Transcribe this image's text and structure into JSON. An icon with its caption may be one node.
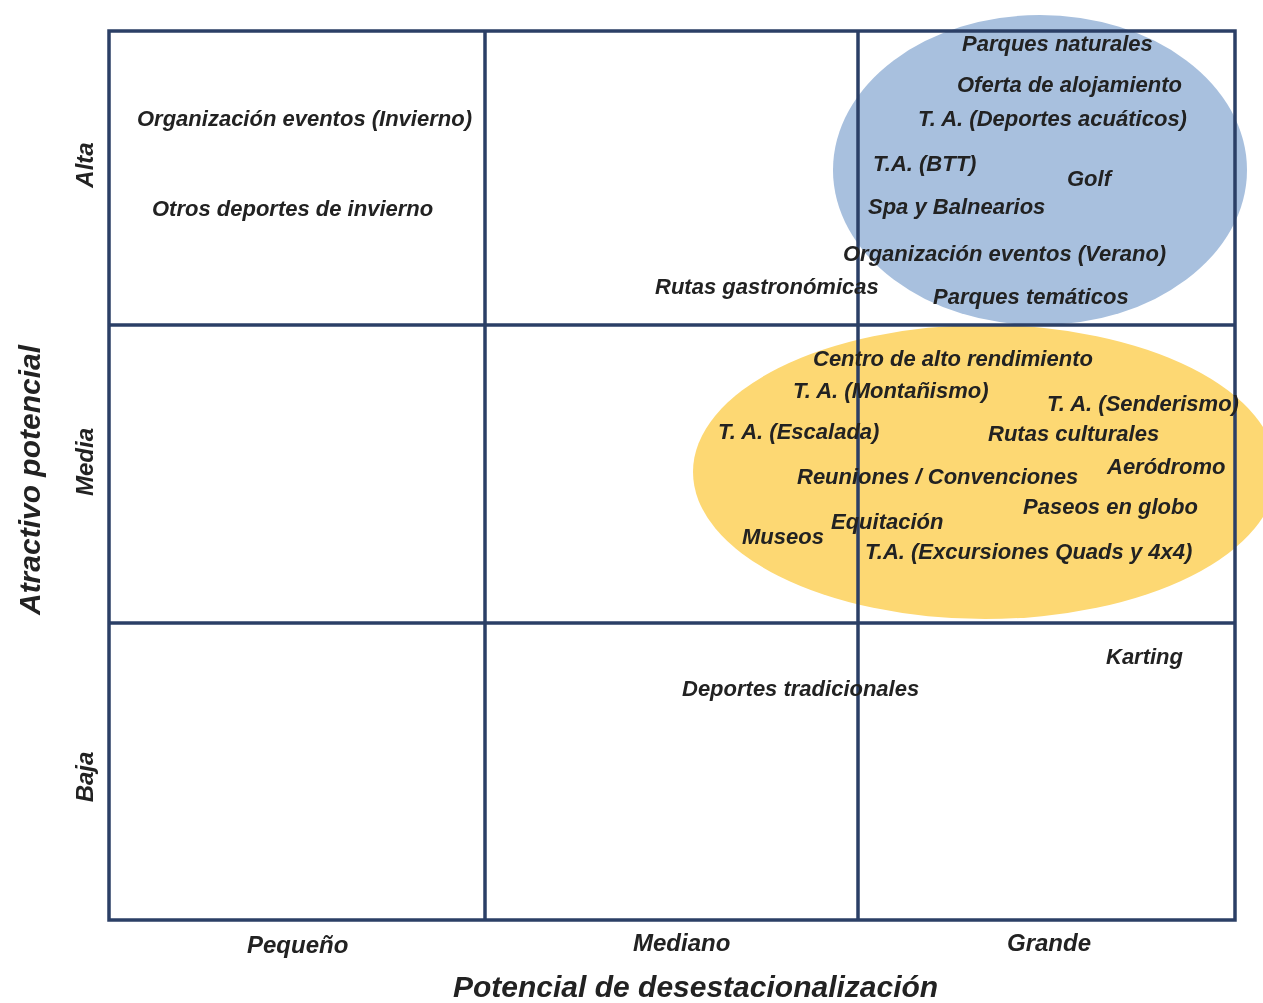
{
  "diagram": {
    "nodes": [
      {
        "text": [
          "Parques naturales",
          "Oferta de alojamiento",
          "T. A. (Deportes acuáticos)",
          "T.A. (BTT)",
          "Golf",
          "Spa y Balnearios",
          "Organización eventos (Verano)",
          "Parques temáticos"
        ]
      },
      {
        "text": [
          "Centro de alto rendimiento",
          "T. A. (Montañismo)",
          "T. A. (Senderismo)",
          "T. A. (Escalada)",
          "Rutas culturales",
          "Reuniones / Convenciones",
          "Aeródromo",
          "Paseos en globo",
          "Museos",
          "Equitación",
          "T.A. (Excursiones Quads y 4x4)"
        ]
      }
    ],
    "labels": [
      "Alta",
      "Media",
      "Baja",
      "Atractivo potencial",
      "Organización eventos (Invierno)",
      "Otros deportes de invierno",
      "Rutas gastronómicas",
      "Karting",
      "Deportes tradicionales",
      "Pequeño",
      "Mediano",
      "Grande",
      "Potencial de desestacionalización"
    ]
  }
}
